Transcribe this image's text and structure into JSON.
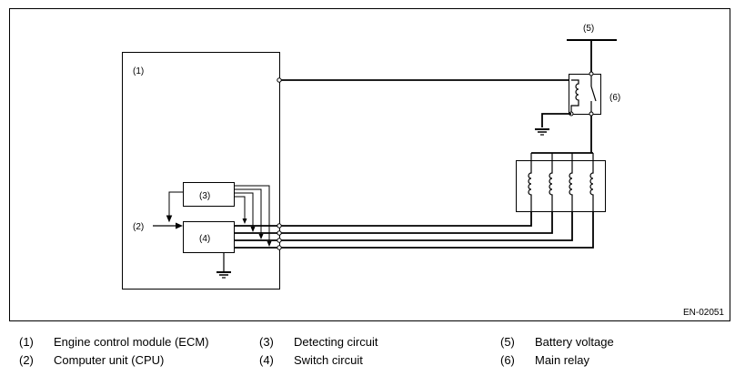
{
  "diagram": {
    "labels": {
      "ecm": "(1)",
      "cpu": "(2)",
      "detecting": "(3)",
      "switch": "(4)",
      "battery": "(5)",
      "relay": "(6)"
    },
    "figure_code": "EN-02051"
  },
  "legend": [
    {
      "num": "(1)",
      "text": "Engine control module (ECM)"
    },
    {
      "num": "(2)",
      "text": "Computer unit (CPU)"
    },
    {
      "num": "(3)",
      "text": "Detecting circuit"
    },
    {
      "num": "(4)",
      "text": "Switch circuit"
    },
    {
      "num": "(5)",
      "text": "Battery voltage"
    },
    {
      "num": "(6)",
      "text": "Main relay"
    }
  ]
}
